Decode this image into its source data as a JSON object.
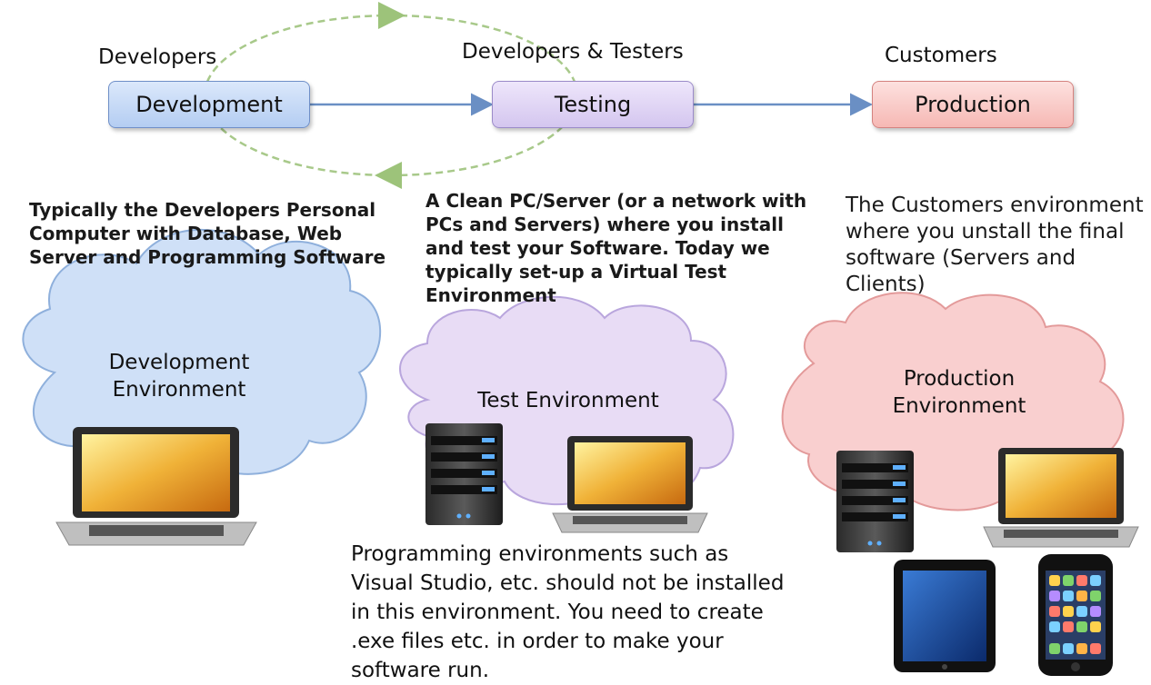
{
  "roles": {
    "developers": "Developers",
    "developers_testers": "Developers & Testers",
    "customers": "Customers"
  },
  "stages": {
    "development": "Development",
    "testing": "Testing",
    "production": "Production"
  },
  "descriptions": {
    "development": "Typically the Developers Personal Computer with Database, Web Server and Programming Software",
    "testing_part1": "A Clean PC/Server (or a network with PCs and Servers) where you install and test your Software. Today we typically set-up a ",
    "testing_bold": "Virtual",
    "testing_part2": " Test Environment",
    "production": "The Customers environment where you unstall the final software (Servers and Clients)"
  },
  "environments": {
    "development": "Development Environment",
    "test": "Test Environment",
    "production": "Production Environment"
  },
  "note": "Programming environments such as Visual Studio, etc. should not be installed in this environment. You need to create .exe files etc. in order to make your software run.",
  "colors": {
    "dev_cloud": "#cfe0f7",
    "test_cloud": "#e8dcf5",
    "prod_cloud": "#f9cfcf",
    "arrow": "#6a8fc4",
    "cycle": "#9dc37a"
  },
  "icons": [
    "laptop-icon",
    "server-icon",
    "tablet-icon",
    "smartphone-icon"
  ]
}
